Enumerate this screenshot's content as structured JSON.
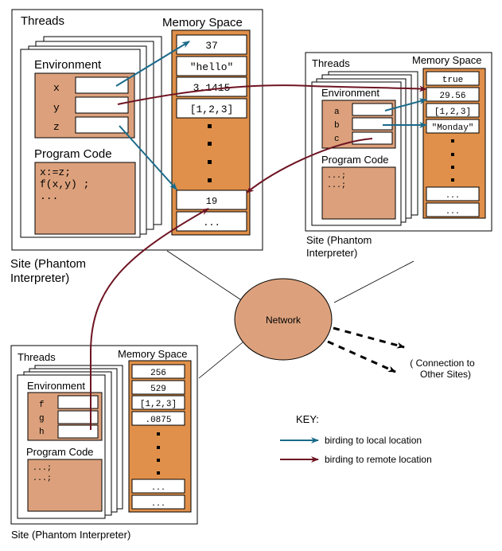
{
  "colors": {
    "env_fill": "#dca17c",
    "mem_fill": "#e0904a",
    "network_fill": "#dca17c",
    "local_arrow": "#1a6a8a",
    "remote_arrow": "#6e1422",
    "stroke": "#000000"
  },
  "sites": [
    {
      "id": "site-1",
      "threads_label": "Threads",
      "memory_label": "Memory Space",
      "environment_label": "Environment",
      "program_code_label": "Program Code",
      "site_label_line1": "Site (Phantom",
      "site_label_line2": "Interpreter)",
      "variables": [
        "x",
        "y",
        "z"
      ],
      "code_lines": [
        "x:=z;",
        "f(x,y) ;",
        "..."
      ],
      "memory_top": [
        "37",
        "\"hello\"",
        "3.1415",
        "[1,2,3]"
      ],
      "memory_bottom": [
        "19",
        "..."
      ]
    },
    {
      "id": "site-2",
      "threads_label": "Threads",
      "memory_label": "Memory Space",
      "environment_label": "Environment",
      "program_code_label": "Program Code",
      "site_label_line1": "Site (Phantom",
      "site_label_line2": "Interpreter)",
      "variables": [
        "a",
        "b",
        "c"
      ],
      "code_lines": [
        "...;",
        "...;"
      ],
      "memory_top": [
        "true",
        "29.56",
        "[1,2,3]",
        "\"Monday\""
      ],
      "memory_bottom": [
        "...",
        "..."
      ]
    },
    {
      "id": "site-3",
      "threads_label": "Threads",
      "memory_label": "Memory Space",
      "environment_label": "Environment",
      "program_code_label": "Program Code",
      "site_label_line1": "Site (Phantom Interpreter)",
      "site_label_line2": "",
      "variables": [
        "f",
        "g",
        "h"
      ],
      "code_lines": [
        "...;",
        "...;"
      ],
      "memory_top": [
        "256",
        "529",
        "[1,2,3]",
        ".0875"
      ],
      "memory_bottom": [
        "...",
        "..."
      ]
    }
  ],
  "network": {
    "label": "Network",
    "other_sites_line1": "( Connection to",
    "other_sites_line2": "Other Sites)"
  },
  "key": {
    "title": "KEY:",
    "local_label": "birding to local location",
    "remote_label": "birding to remote location"
  }
}
